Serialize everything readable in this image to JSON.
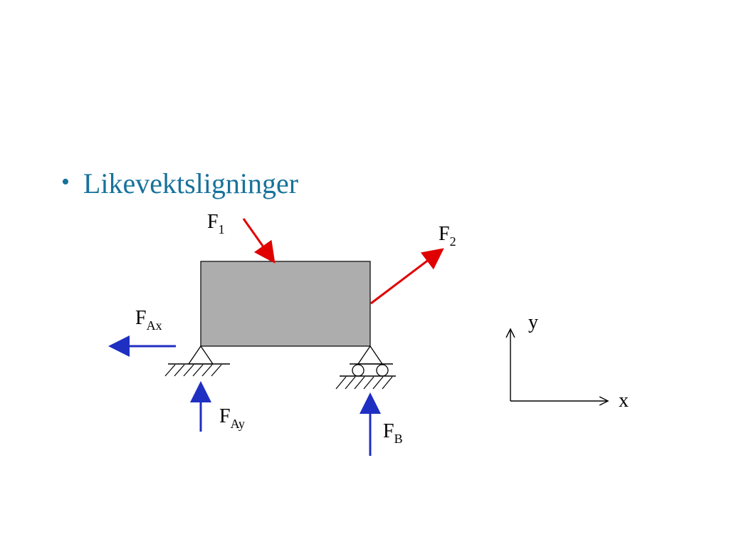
{
  "slide": {
    "bullet": "•",
    "heading": "Likevektsligninger"
  },
  "diagram": {
    "colors": {
      "beam_fill": "#adadad",
      "applied_force": "#e00000",
      "reaction_force": "#1f2fc2",
      "heading_text": "#17729a",
      "line": "#000000"
    },
    "forces": {
      "f1": {
        "main": "F",
        "sub": "1"
      },
      "f2": {
        "main": "F",
        "sub": "2"
      },
      "fax": {
        "main": "F",
        "sub": "Ax"
      },
      "fay": {
        "main": "F",
        "sub": "Ay"
      },
      "fb": {
        "main": "F",
        "sub": "B"
      }
    },
    "axes": {
      "x": "x",
      "y": "y"
    }
  }
}
